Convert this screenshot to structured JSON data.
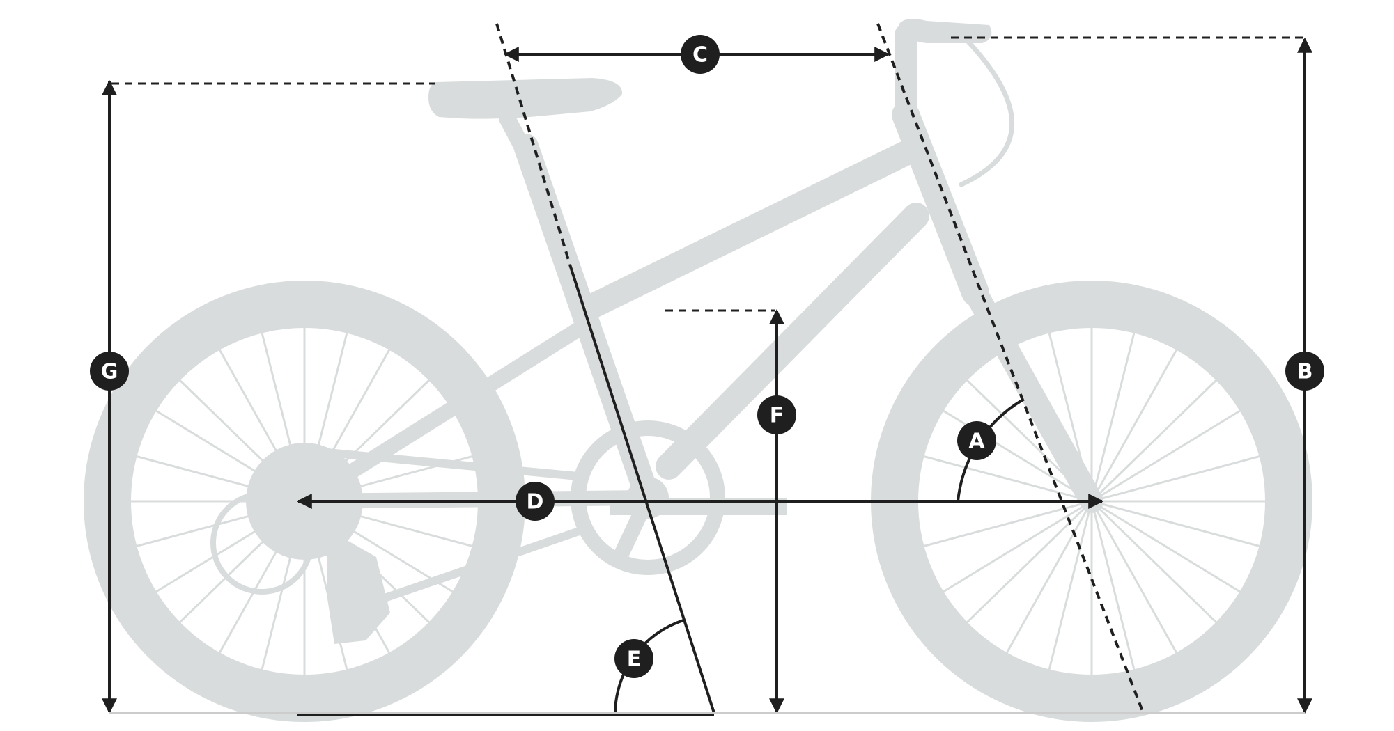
{
  "colors": {
    "bike": "#d9dcdd",
    "spoke": "#ffffff",
    "line": "#1f1f1f",
    "badge_fill": "#1f1f1f",
    "badge_text": "#ffffff"
  },
  "labels": {
    "a": "A",
    "b": "B",
    "c": "C",
    "d": "D",
    "e": "E",
    "f": "F",
    "g": "G"
  }
}
